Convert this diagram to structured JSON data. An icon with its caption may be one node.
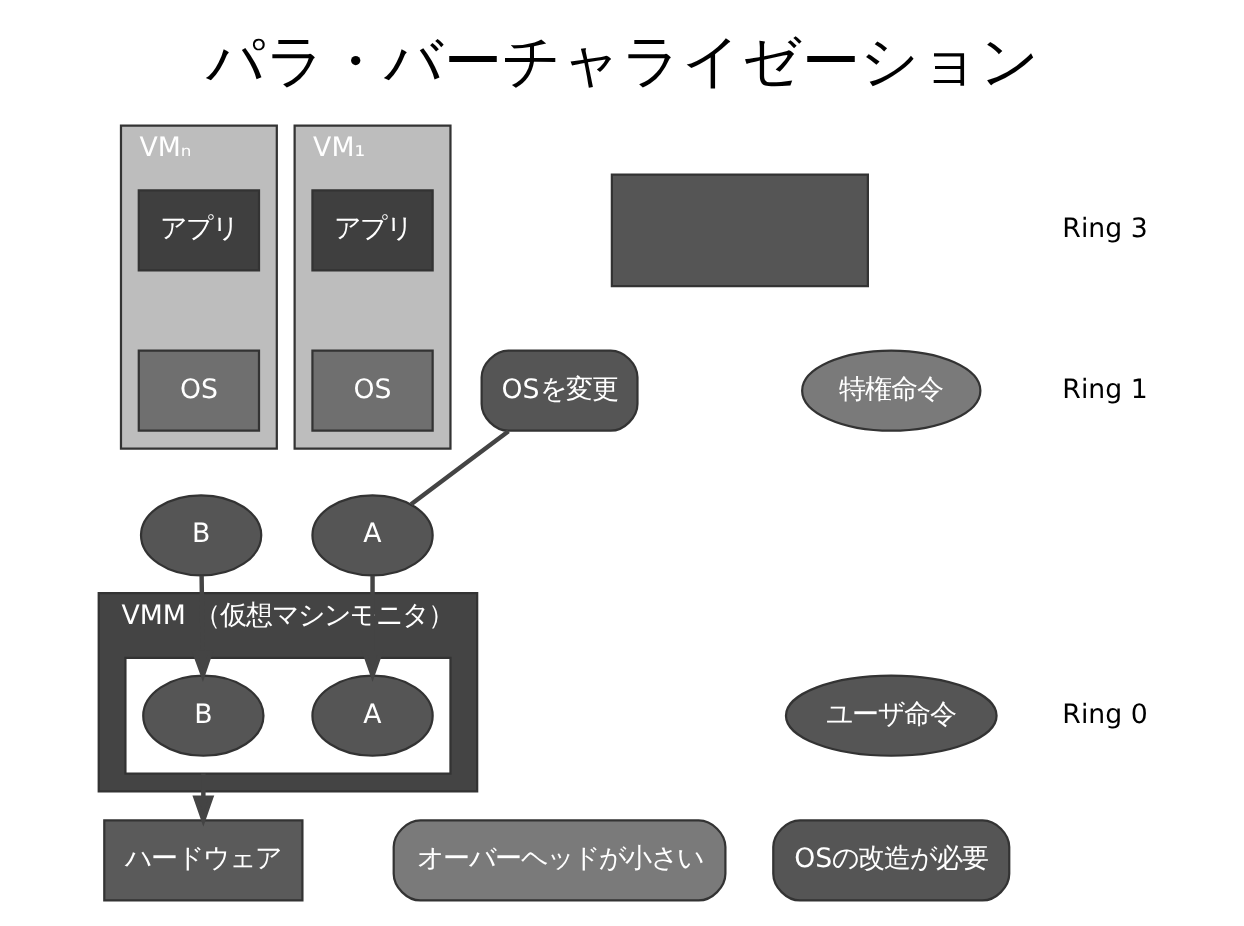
{
  "diagram": {
    "title": "パラ・バーチャライゼーション",
    "nodes": [
      {
        "text": [
          "VM₁"
        ]
      },
      {
        "text": [
          "アプリ"
        ],
        "in": 0
      },
      {
        "text": [
          "OS"
        ],
        "in": 0
      },
      {
        "text": [
          "VMₙ"
        ]
      },
      {
        "text": [
          "アプリ"
        ],
        "in": 3
      },
      {
        "text": [
          "OS"
        ],
        "in": 3
      },
      {
        "text": [
          "A"
        ]
      },
      {
        "text": [
          "B"
        ]
      },
      {
        "text": [
          "VMM （仮想マシンモニタ）"
        ]
      },
      {
        "text": [],
        "shape": "box",
        "in": 8
      },
      {
        "text": [
          "B"
        ],
        "in": 9
      },
      {
        "text": [
          "A"
        ],
        "in": 9
      },
      {
        "text": [
          "ハードウェア"
        ]
      },
      {
        "text": [],
        "shape": "box"
      },
      {
        "text": [
          "特権命令"
        ]
      },
      {
        "text": [
          "ユーザ命令"
        ]
      },
      {
        "text": [
          "OSを変更"
        ]
      },
      {
        "text": [
          "オーバーヘッドが小さい"
        ]
      },
      {
        "text": [
          "OSの改造が必要"
        ]
      }
    ],
    "edges": [
      {
        "from": 16,
        "to": 6,
        "arrow": "none"
      },
      {
        "from": 6,
        "to": 11,
        "arrow": "to"
      },
      {
        "from": 7,
        "to": 10,
        "arrow": "to"
      },
      {
        "from": 9,
        "to": 12,
        "arrow": "to"
      }
    ],
    "labels": [
      "Ring 3",
      "Ring 1",
      "Ring 0"
    ]
  }
}
